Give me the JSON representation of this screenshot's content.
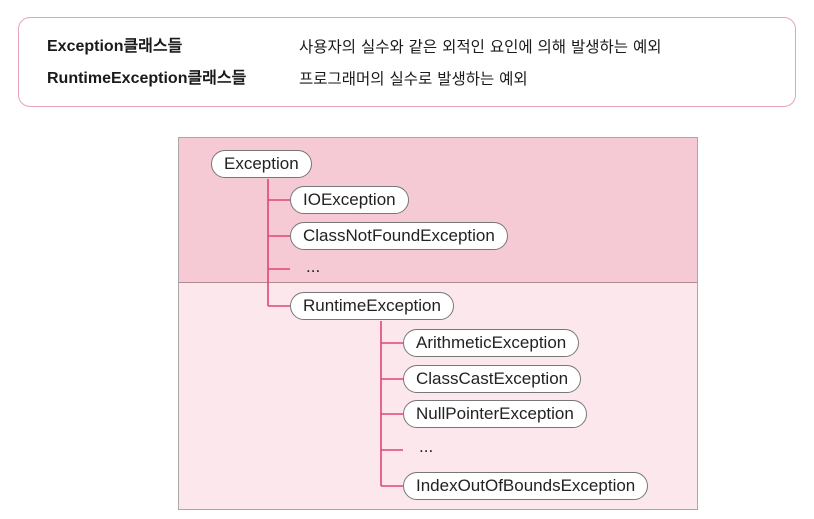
{
  "definitions": [
    {
      "term": "Exception클래스들",
      "description": "사용자의 실수와 같은 외적인 요인에 의해 발생하는 예외"
    },
    {
      "term": "RuntimeException클래스들",
      "description": "프로그래머의 실수로 발생하는 예외"
    }
  ],
  "hierarchy": {
    "root": "Exception",
    "checked_children": [
      "IOException",
      "ClassNotFoundException"
    ],
    "checked_ellipsis": "...",
    "runtime": "RuntimeException",
    "runtime_children": [
      "ArithmeticException",
      "ClassCastException",
      "NullPointerException"
    ],
    "runtime_ellipsis": "...",
    "runtime_last": "IndexOutOfBoundsException"
  },
  "colors": {
    "connector": "#e0457a",
    "checked_zone": "#f5cad5",
    "runtime_zone": "#fce7ec",
    "definition_border": "#e6a4b8"
  }
}
